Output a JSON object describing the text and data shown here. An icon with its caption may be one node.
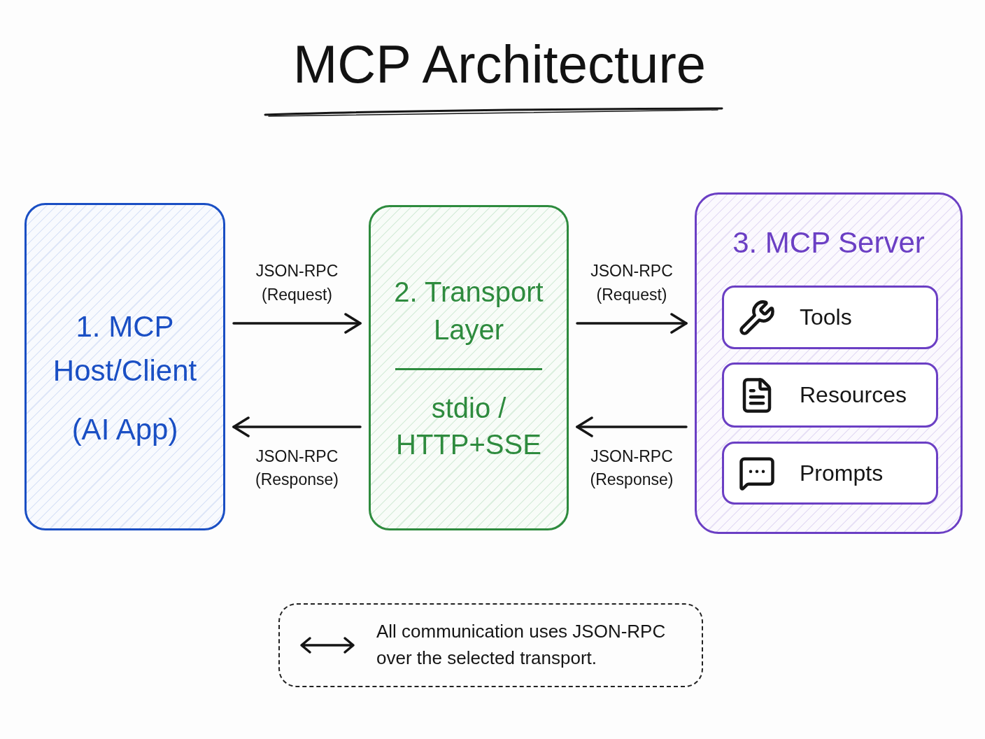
{
  "diagram": {
    "title": "MCP Architecture",
    "nodes": [
      {
        "text": [
          "1. MCP Host/Client",
          "(AI App)"
        ]
      },
      {
        "text": [
          "2. Transport Layer",
          "stdio / HTTP+SSE"
        ]
      },
      {
        "text": [
          "3. MCP Server"
        ]
      },
      {
        "text": [
          "Tools"
        ],
        "in": 2
      },
      {
        "text": [
          "Resources"
        ],
        "in": 2
      },
      {
        "text": [
          "Prompts"
        ],
        "in": 2
      }
    ],
    "edges": [
      {
        "from": 0,
        "to": 1,
        "arrow": "to",
        "label": "JSON-RPC (Request)"
      },
      {
        "from": 1,
        "to": 0,
        "arrow": "to",
        "label": "JSON-RPC (Response)"
      },
      {
        "from": 1,
        "to": 2,
        "arrow": "to",
        "label": "JSON-RPC (Request)"
      },
      {
        "from": 2,
        "to": 1,
        "arrow": "to",
        "label": "JSON-RPC (Response)"
      }
    ],
    "legend": [
      {
        "text": "All communication uses JSON-RPC over the selected transport."
      }
    ]
  }
}
